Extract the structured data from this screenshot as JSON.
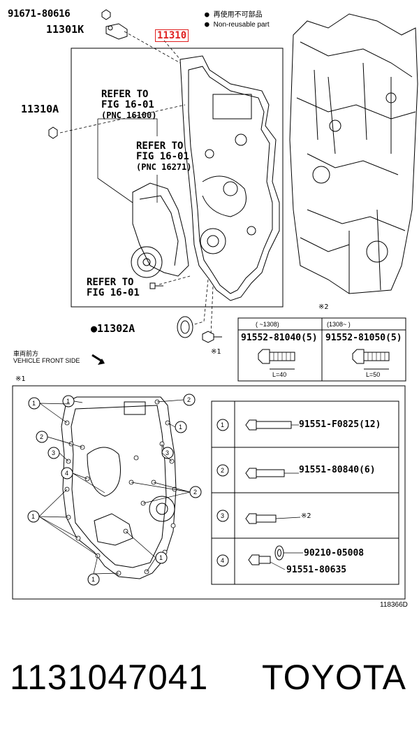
{
  "legend": {
    "jp": "再使用不可部品",
    "en": "Non-reusable part"
  },
  "parts": {
    "p91671": "91671-80616",
    "p11301K": "11301K",
    "p11310": "11310",
    "p11310A": "11310A",
    "p11302A": "11302A",
    "bullet": "●"
  },
  "refers": {
    "r1_line1": "REFER TO",
    "r1_line2": "FIG 16-01",
    "r1_line3": "(PNC 16100)",
    "r2_line1": "REFER TO",
    "r2_line2": "FIG 16-01",
    "r2_line3": "(PNC 16271)",
    "r3_line1": "REFER TO",
    "r3_line2": "FIG 16-01"
  },
  "note_mark2": "※2",
  "note_mark1": "※1",
  "bolt_table": {
    "col1_header": "(   ~1308)",
    "col2_header": "(1308~    )",
    "col1_pn": "91552-81040(5)",
    "col2_pn": "91552-81050(5)",
    "col1_len": "L=40",
    "col2_len": "L=50"
  },
  "vehicle_front": {
    "jp": "車両前方",
    "en": "VEHICLE FRONT SIDE"
  },
  "detail_table": [
    {
      "num": "1",
      "pn": "91551-F0825(12)"
    },
    {
      "num": "2",
      "pn": "91551-80840(6)"
    },
    {
      "num": "3",
      "pn": "※2"
    },
    {
      "num": "4",
      "pn_a": "90210-05008",
      "pn_b": "91551-80635"
    }
  ],
  "callout_nums": [
    "1",
    "2",
    "3",
    "4"
  ],
  "figure_id": "118366D",
  "footer": {
    "part_number": "1131047041",
    "brand": "TOYOTA"
  }
}
